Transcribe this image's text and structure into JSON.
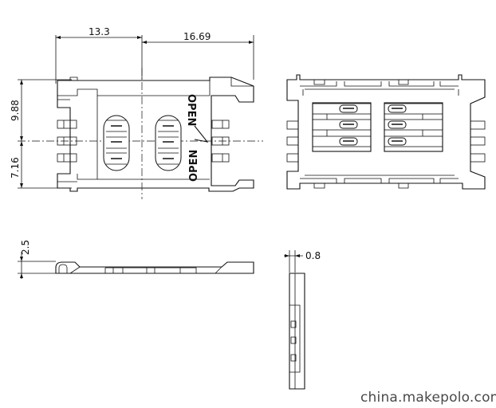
{
  "dimensions": {
    "width_top": "13.3",
    "width_right": "16.69",
    "height_upper": "9.88",
    "height_lower": "7.16",
    "side_height": "2.5",
    "end_thickness": "0.8"
  },
  "marking": {
    "open_upper": "OPEN",
    "open_lower": "OPEN"
  },
  "watermark": "china.makepolo.com"
}
